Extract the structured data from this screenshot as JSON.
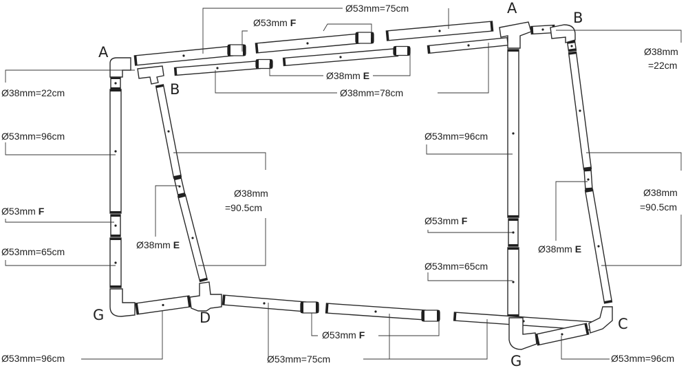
{
  "corner_letters": {
    "a_left": "A",
    "a_right": "A",
    "b_left": "B",
    "b_right": "B",
    "c": "C",
    "d": "D",
    "g_left": "G",
    "g_right": "G"
  },
  "labels": {
    "top_d53_75": "Ø53mm=75cm",
    "top_d53_f_text": "Ø53mm ",
    "top_d53_f_code": "F",
    "top_d38_e_text": "Ø38mm ",
    "top_d38_e_code": "E",
    "top_d38_78": "Ø38mm=78cm",
    "right_d38_22_line1": "Ø38mm",
    "right_d38_22_line2": "=22cm",
    "left_d38_22": "Ø38mm=22cm",
    "left_d53_96": "Ø53mm=96cm",
    "left_d53_f_text": "Ø53mm ",
    "left_d53_f_code": "F",
    "left_d53_65": "Ø53mm=65cm",
    "left_brace_line1": "Ø38mm",
    "left_brace_line2": "=90.5cm",
    "left_brace_e_text": "Ø38mm ",
    "left_brace_e_code": "E",
    "mid_d53_96": "Ø53mm=96cm",
    "mid_d53_f_text": "Ø53mm ",
    "mid_d53_f_code": "F",
    "mid_d53_65": "Ø53mm=65cm",
    "right_brace_line1": "Ø38mm",
    "right_brace_line2": "=90.5cm",
    "right_brace_e_text": "Ø38mm ",
    "right_brace_e_code": "E",
    "bottom_left_d53_96": "Ø53mm=96cm",
    "bottom_d53_f_text": "Ø53mm ",
    "bottom_d53_f_code": "F",
    "bottom_d53_75": "Ø53mm=75cm",
    "bottom_right_d53_96": "Ø53mm=96cm"
  }
}
